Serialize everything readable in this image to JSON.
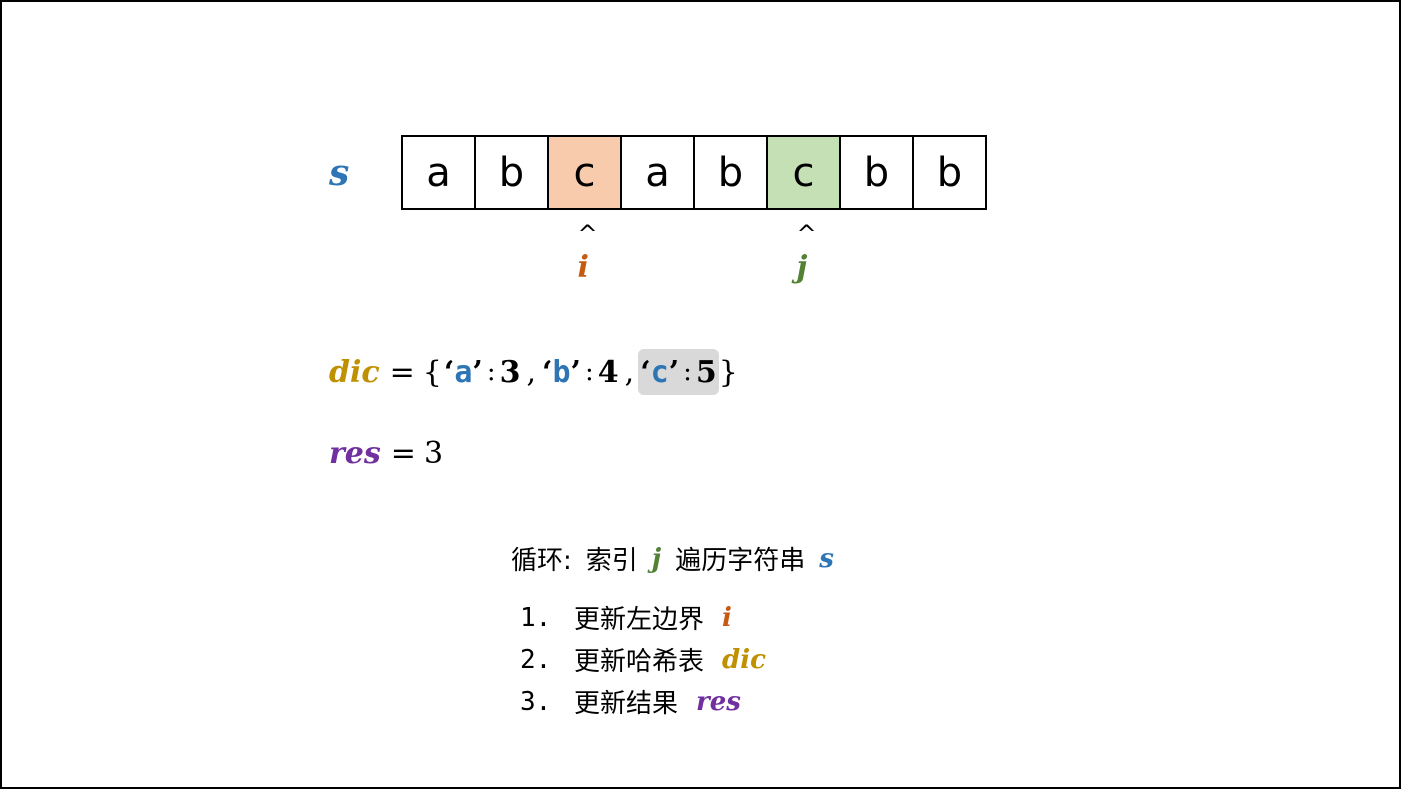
{
  "colors": {
    "s": "#2e75b6",
    "i": "#c55a11",
    "j": "#548235",
    "dic": "#bf9000",
    "res": "#7030a0",
    "cell_i_fill": "#f8cbad",
    "cell_j_fill": "#c5e0b4",
    "highlight": "#d9d9d9"
  },
  "s_label": "s",
  "cells": [
    {
      "char": "a",
      "state": "plain"
    },
    {
      "char": "b",
      "state": "plain"
    },
    {
      "char": "c",
      "state": "i"
    },
    {
      "char": "a",
      "state": "plain"
    },
    {
      "char": "b",
      "state": "plain"
    },
    {
      "char": "c",
      "state": "j"
    },
    {
      "char": "b",
      "state": "plain"
    },
    {
      "char": "b",
      "state": "plain"
    }
  ],
  "pointers": {
    "caret": "^",
    "i": {
      "label": "i",
      "index": 2
    },
    "j": {
      "label": "j",
      "index": 5
    }
  },
  "dic": {
    "name": "dic",
    "equals": "=",
    "open": "{",
    "close": "}",
    "pairs": [
      {
        "key": "a",
        "value": "3",
        "highlighted": false
      },
      {
        "key": "b",
        "value": "4",
        "highlighted": false
      },
      {
        "key": "c",
        "value": "5",
        "highlighted": true
      }
    ]
  },
  "res": {
    "name": "res",
    "equals": "=",
    "value": "3"
  },
  "loop": {
    "prefix": "循环:",
    "index_word": "索引",
    "index_var": "j",
    "traverse_word": "遍历字符串",
    "string_var": "s"
  },
  "steps": [
    {
      "num": "1.",
      "text": "更新左边界",
      "var": "i",
      "color_key": "i"
    },
    {
      "num": "2.",
      "text": "更新哈希表",
      "var": "dic",
      "color_key": "dic"
    },
    {
      "num": "3.",
      "text": "更新结果",
      "var": "res",
      "color_key": "res"
    }
  ]
}
